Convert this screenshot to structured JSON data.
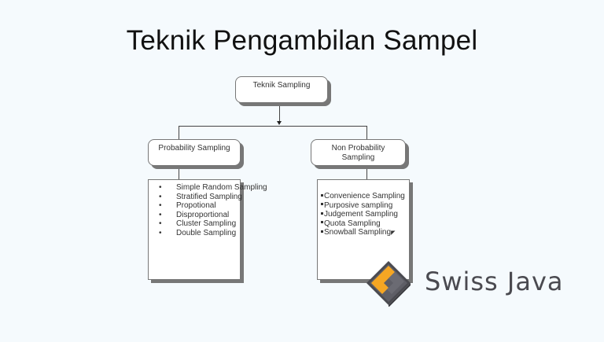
{
  "title": "Teknik Pengambilan Sampel",
  "diagram": {
    "root": {
      "label": "Teknik Sampling"
    },
    "branches": [
      {
        "label": "Probability Sampling",
        "items": [
          "Simple Random Sampling",
          "Stratified Sampling",
          "Propotional",
          "Disproportional",
          "Cluster Sampling",
          "Double  Sampling"
        ]
      },
      {
        "label": "Non Probability Sampling",
        "items": [
          "Convenience Sampling",
          "Purposive sampling",
          "Judgement Sampling",
          "Quota Sampling",
          "Snowball Sampling"
        ]
      }
    ],
    "bullet_left": "•"
  },
  "logo": {
    "text": "Swiss Java",
    "colors": {
      "accent": "#f5a623",
      "dark": "#4a4a50",
      "mid": "#6b6b73"
    }
  },
  "colors": {
    "background": "#f5fafd",
    "box_border": "#777777",
    "text": "#333333"
  }
}
